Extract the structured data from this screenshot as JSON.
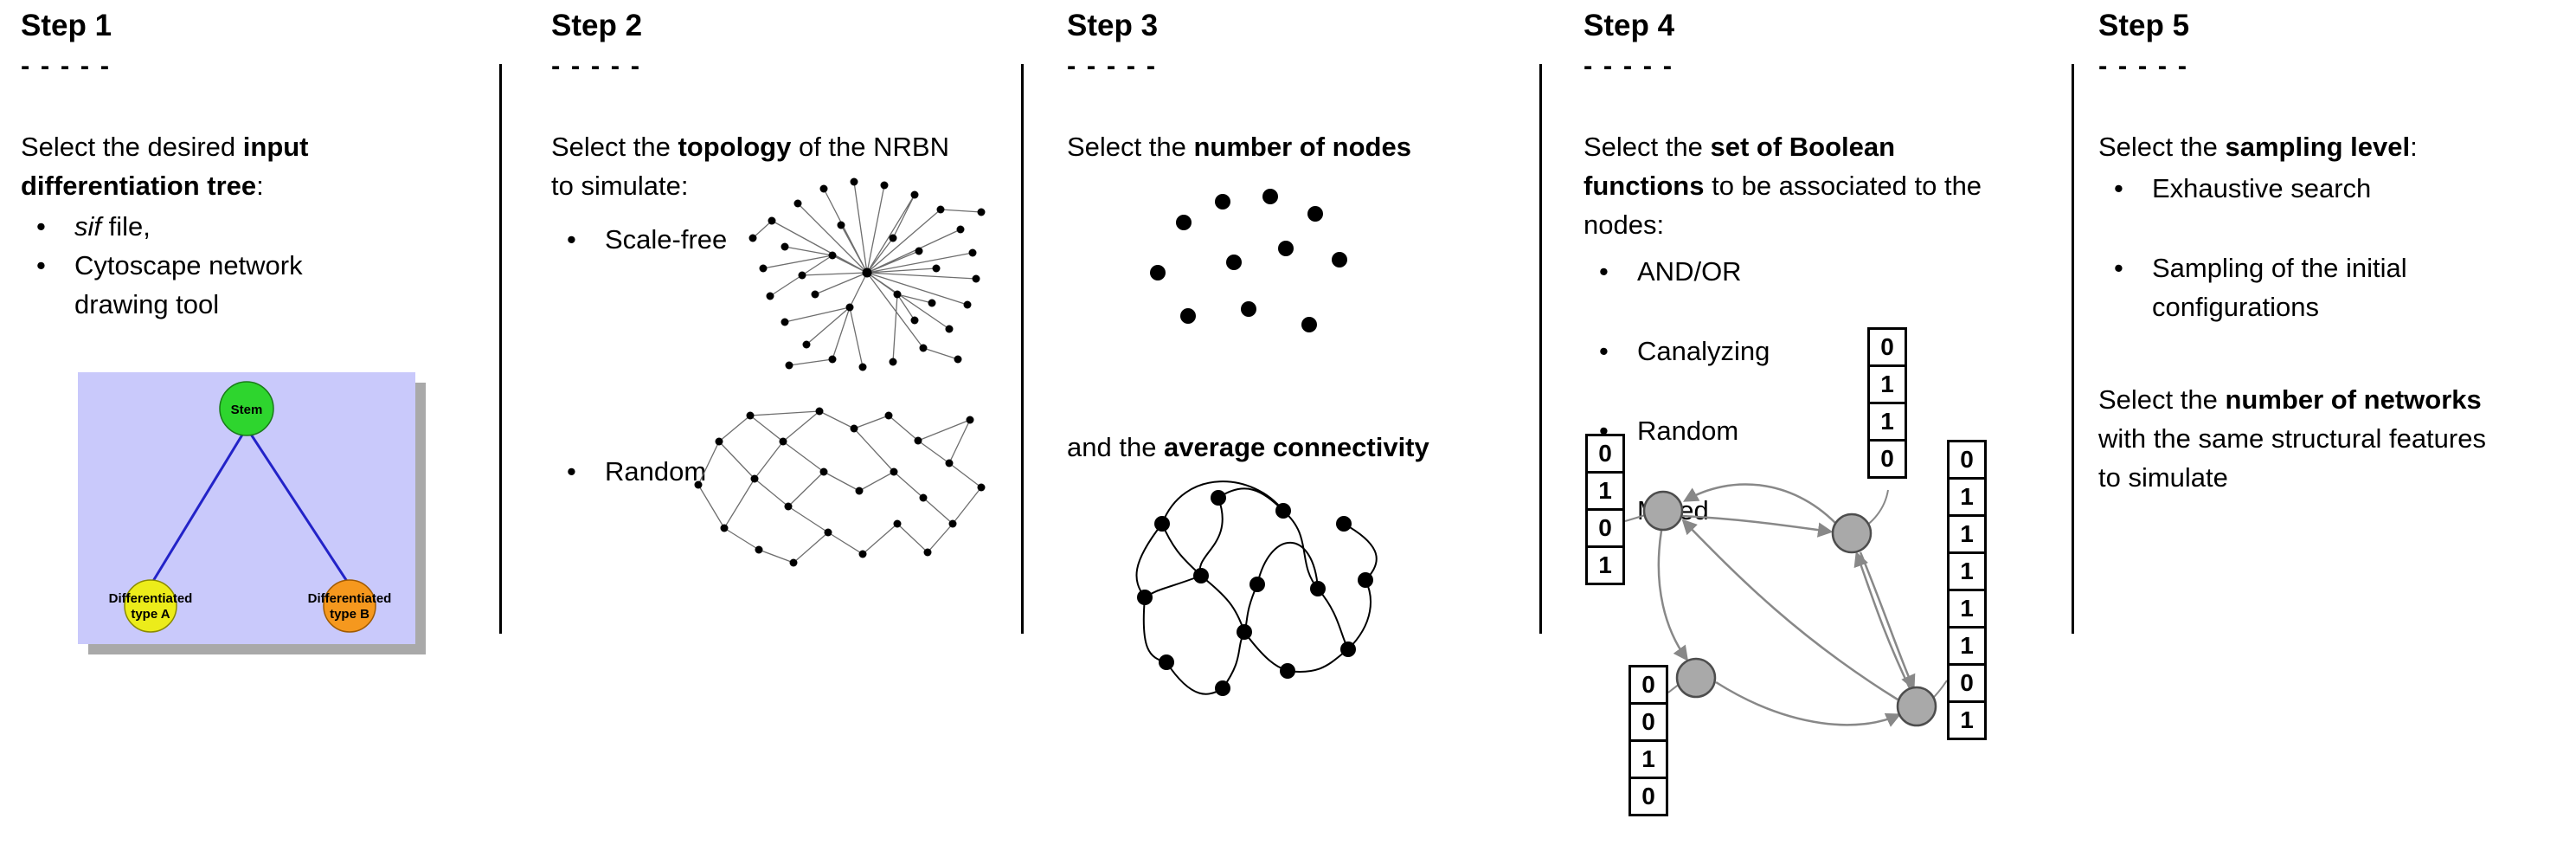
{
  "colors": {
    "tree_background": "#c9c9fb",
    "tree_shadow": "#a9a9a9",
    "stem_green": "#2ed52e",
    "type_a_yellow": "#ecec1a",
    "type_b_orange": "#f5981e",
    "tree_edge_blue": "#2323c8",
    "network_edge_gray": "#6e6e6e",
    "boolean_node_gray": "#a9a9a9",
    "boolean_edge_gray": "#888888"
  },
  "step1": {
    "title": "Step 1",
    "dashes": "- - - - -",
    "intro": {
      "pre": "Select the desired ",
      "bold": "input differentiation tree",
      "post": ":"
    },
    "bullet1_italic": "sif",
    "bullet1_rest": " file,",
    "bullet2": "Cytoscape network drawing tool",
    "tree": {
      "stem_label": "Stem",
      "type_a_line1": "Differentiated",
      "type_a_line2": "type A",
      "type_b_line1": "Differentiated",
      "type_b_line2": "type B"
    }
  },
  "step2": {
    "title": "Step 2",
    "dashes": "- - - - -",
    "intro": {
      "pre": "Select the ",
      "bold": "topology",
      "post": " of the NRBN to simulate:"
    },
    "bullet1": "Scale-free",
    "bullet2": "Random"
  },
  "step3": {
    "title": "Step 3",
    "dashes": "- - - - -",
    "line1": {
      "pre": "Select the ",
      "bold": "number of nodes",
      "post": ""
    },
    "line2": {
      "pre": "and the ",
      "bold": "average connectivity",
      "post": ""
    }
  },
  "step4": {
    "title": "Step 4",
    "dashes": "- - - - -",
    "intro": {
      "pre": "Select the ",
      "bold": "set of Boolean functions",
      "post": " to be associated to the nodes:"
    },
    "bullets": [
      "AND/OR",
      "Canalyzing",
      "Random",
      "Mixed"
    ],
    "tables": {
      "top": [
        "0",
        "1",
        "1",
        "0"
      ],
      "left": [
        "0",
        "1",
        "0",
        "1"
      ],
      "right": [
        "0",
        "1",
        "1",
        "1",
        "1",
        "1",
        "0",
        "1"
      ],
      "bottom": [
        "0",
        "0",
        "1",
        "0"
      ]
    }
  },
  "step5": {
    "title": "Step 5",
    "dashes": "- - - - -",
    "intro": {
      "pre": "Select the ",
      "bold": "sampling level",
      "post": ":"
    },
    "bullet1": "Exhaustive search",
    "bullet2": "Sampling of the initial configurations",
    "para2": {
      "pre": "Select the ",
      "bold": "number of networks",
      "post": " with the same structural features to simulate"
    }
  }
}
